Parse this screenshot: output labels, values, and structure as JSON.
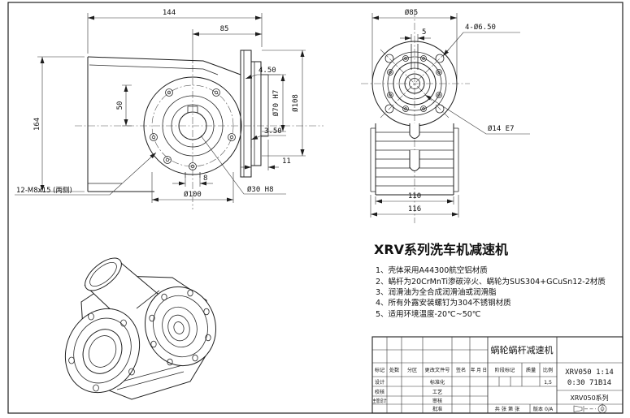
{
  "colors": {
    "line": "#1e1e1e",
    "background": "#ffffff"
  },
  "front_view": {
    "dims": {
      "w144": "144",
      "w85": "85",
      "h164": "164",
      "h50": "50",
      "t450": "4.50",
      "d70": "Ø70 H7",
      "d108": "Ø108",
      "t350": "3.50",
      "w11": "11",
      "w8": "8",
      "d100": "Ø100",
      "d30": "Ø30 H8",
      "bolts": "12-M8x15 (两侧)"
    }
  },
  "side_view": {
    "dims": {
      "d85": "Ø85",
      "w5": "5",
      "holes": "4-Ø6.50",
      "d14": "Ø14 E7",
      "w110": "110",
      "w116": "116"
    }
  },
  "notes": {
    "title": "XRV系列洗车机减速机",
    "items": [
      "1、壳体采用A44300航空铝材质",
      "2、蜗杆为20CrMnTi渗碳淬火、蜗轮为SUS304+GCuSn12-2材质",
      "3、润滑油为全合成润滑油或润滑脂",
      "4、所有外露安装螺钉为304不锈钢材质",
      "5、适用环境温度-20℃~50℃"
    ]
  },
  "title_block": {
    "part_name": "蜗轮蜗杆减速机",
    "col_mark": "标记",
    "col_count": "处数",
    "col_zone": "分区",
    "col_doc": "更改文件号",
    "col_sign": "签名",
    "col_date": "年 月 日",
    "stage_mark": "阶段标记",
    "mass": "质量",
    "scale": "比例",
    "scale_value": "1,5",
    "row_design": "设计",
    "row_std": "标准化",
    "row_check": "校核",
    "row_process": "工艺",
    "row_chief": "主管设计",
    "row_audit": "审核",
    "row_approve": "批准",
    "model_line1": "XRV050 1:14",
    "model_line2": "0:30 71B14",
    "series": "XRV050系列",
    "sheet_info": "共 张 第 张",
    "version": "版本 0/A"
  }
}
